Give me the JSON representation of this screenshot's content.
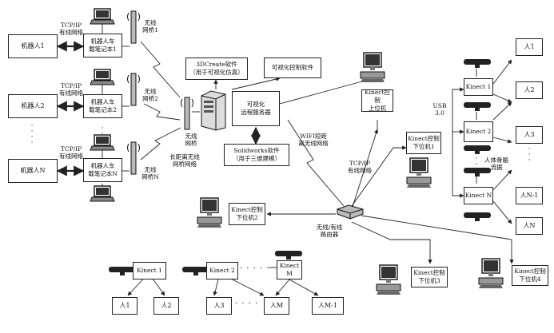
{
  "robots": [
    "机器人1",
    "机器人2",
    "机器人N"
  ],
  "laptops": [
    "机器人车\n载笔记本1",
    "机器人车\n载笔记本2",
    "机器人车\n载笔记本N"
  ],
  "tcp_wired": "TCP/IP\n有线网络",
  "wireless_bridges": [
    "无线\n网桥1",
    "无线\n网桥2",
    "无线\n网桥N"
  ],
  "central_bridge": "无线\n网桥",
  "long_range_net": "长距离无线\n网桥网络",
  "software_3d": "3DCreate软件\n（用于可视化仿真）",
  "software_vis": "可视化控制软件",
  "vis_server": "可视化\n远程服务器",
  "software_sw": "Solidworks软件\n（用于三维建模）",
  "wifi_label": "WIFI短距\n离无线网络",
  "upper_pc": "Kinect控制\n上位机",
  "lower_pcs": [
    "Kinect控制\n下位机1",
    "Kinect控制\n下位机2",
    "Kinect控制\n下位机3",
    "Kinect控制\n下位机4"
  ],
  "router": "无线/有线\n路由器",
  "tcp_label": "TCP/IP\n有线网络",
  "usb_label": "USB\n3.0",
  "kinects_right": [
    "Kinect 1",
    "Kinect 2",
    "Kinect N"
  ],
  "persons_right": [
    "人1",
    "人2",
    "人3",
    "人N-1",
    "人N"
  ],
  "skeleton_label": "人体骨骼\n流据",
  "kinects_bottom": [
    "Kinect 1",
    "Kinect 2",
    "Kinect\nM"
  ],
  "persons_bottom": [
    "人1",
    "人2",
    "人3",
    "人M",
    "人M-1"
  ]
}
